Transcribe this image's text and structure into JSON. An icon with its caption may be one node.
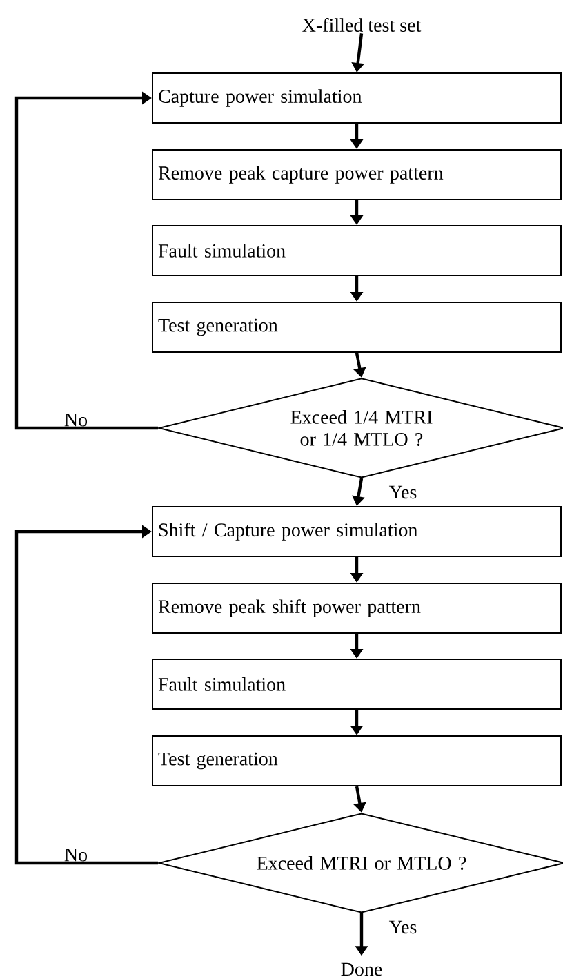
{
  "diagram": {
    "nodes": [
      {
        "text": [
          "X-filled test set"
        ]
      },
      {
        "text": [
          "Capture power simulation"
        ]
      },
      {
        "text": [
          "Remove peak capture power pattern"
        ]
      },
      {
        "text": [
          "Fault simulation"
        ]
      },
      {
        "text": [
          "Test generation"
        ]
      },
      {
        "text": [
          "Exceed 1/4 MTRI or 1/4 MTLO ?"
        ]
      },
      {
        "text": [
          "Shift / Capture power simulation"
        ]
      },
      {
        "text": [
          "Remove peak shift power pattern"
        ]
      },
      {
        "text": [
          "Fault simulation"
        ]
      },
      {
        "text": [
          "Test generation"
        ]
      },
      {
        "text": [
          "Exceed MTRI or MTLO   ?"
        ]
      },
      {
        "text": [
          "Done"
        ]
      }
    ],
    "edges": [
      {
        "from": 0,
        "to": 1,
        "arrow": "to"
      },
      {
        "from": 1,
        "to": 2,
        "arrow": "to"
      },
      {
        "from": 2,
        "to": 3,
        "arrow": "to"
      },
      {
        "from": 3,
        "to": 4,
        "arrow": "to"
      },
      {
        "from": 4,
        "to": 5,
        "arrow": "to"
      },
      {
        "from": 5,
        "to": 1,
        "arrow": "to",
        "label": "No"
      },
      {
        "from": 5,
        "to": 6,
        "arrow": "to",
        "label": "Yes"
      },
      {
        "from": 6,
        "to": 7,
        "arrow": "to"
      },
      {
        "from": 7,
        "to": 8,
        "arrow": "to"
      },
      {
        "from": 8,
        "to": 9,
        "arrow": "to"
      },
      {
        "from": 9,
        "to": 10,
        "arrow": "to"
      },
      {
        "from": 10,
        "to": 6,
        "arrow": "to",
        "label": "No"
      },
      {
        "from": 10,
        "to": 11,
        "arrow": "to",
        "label": "Yes"
      }
    ]
  }
}
